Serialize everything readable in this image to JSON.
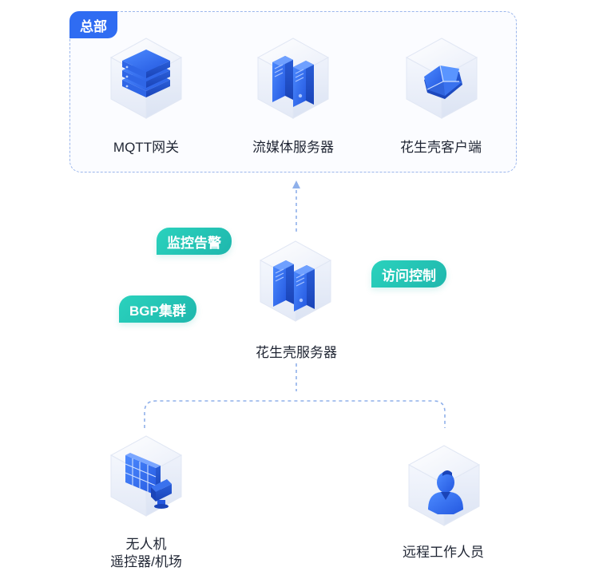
{
  "hq": {
    "tag": "总部"
  },
  "nodes": {
    "mqtt": "MQTT网关",
    "media": "流媒体服务器",
    "client": "花生壳客户端",
    "server": "花生壳服务器",
    "drone_line1": "无人机",
    "drone_line2": "遥控器/机场",
    "remote": "远程工作人员"
  },
  "features": {
    "monitor": "监控告警",
    "access": "访问控制",
    "bgp": "BGP集群"
  },
  "icons": {
    "mqtt": "stacked-gateway-icon",
    "media": "media-server-icon",
    "client": "client-software-icon",
    "server": "server-icon",
    "drone": "drone-controller-icon",
    "remote": "person-icon"
  },
  "colors": {
    "accent_blue": "#2f6cf2",
    "teal": "#22c4b4",
    "dashed_border": "#9bb6ec"
  }
}
